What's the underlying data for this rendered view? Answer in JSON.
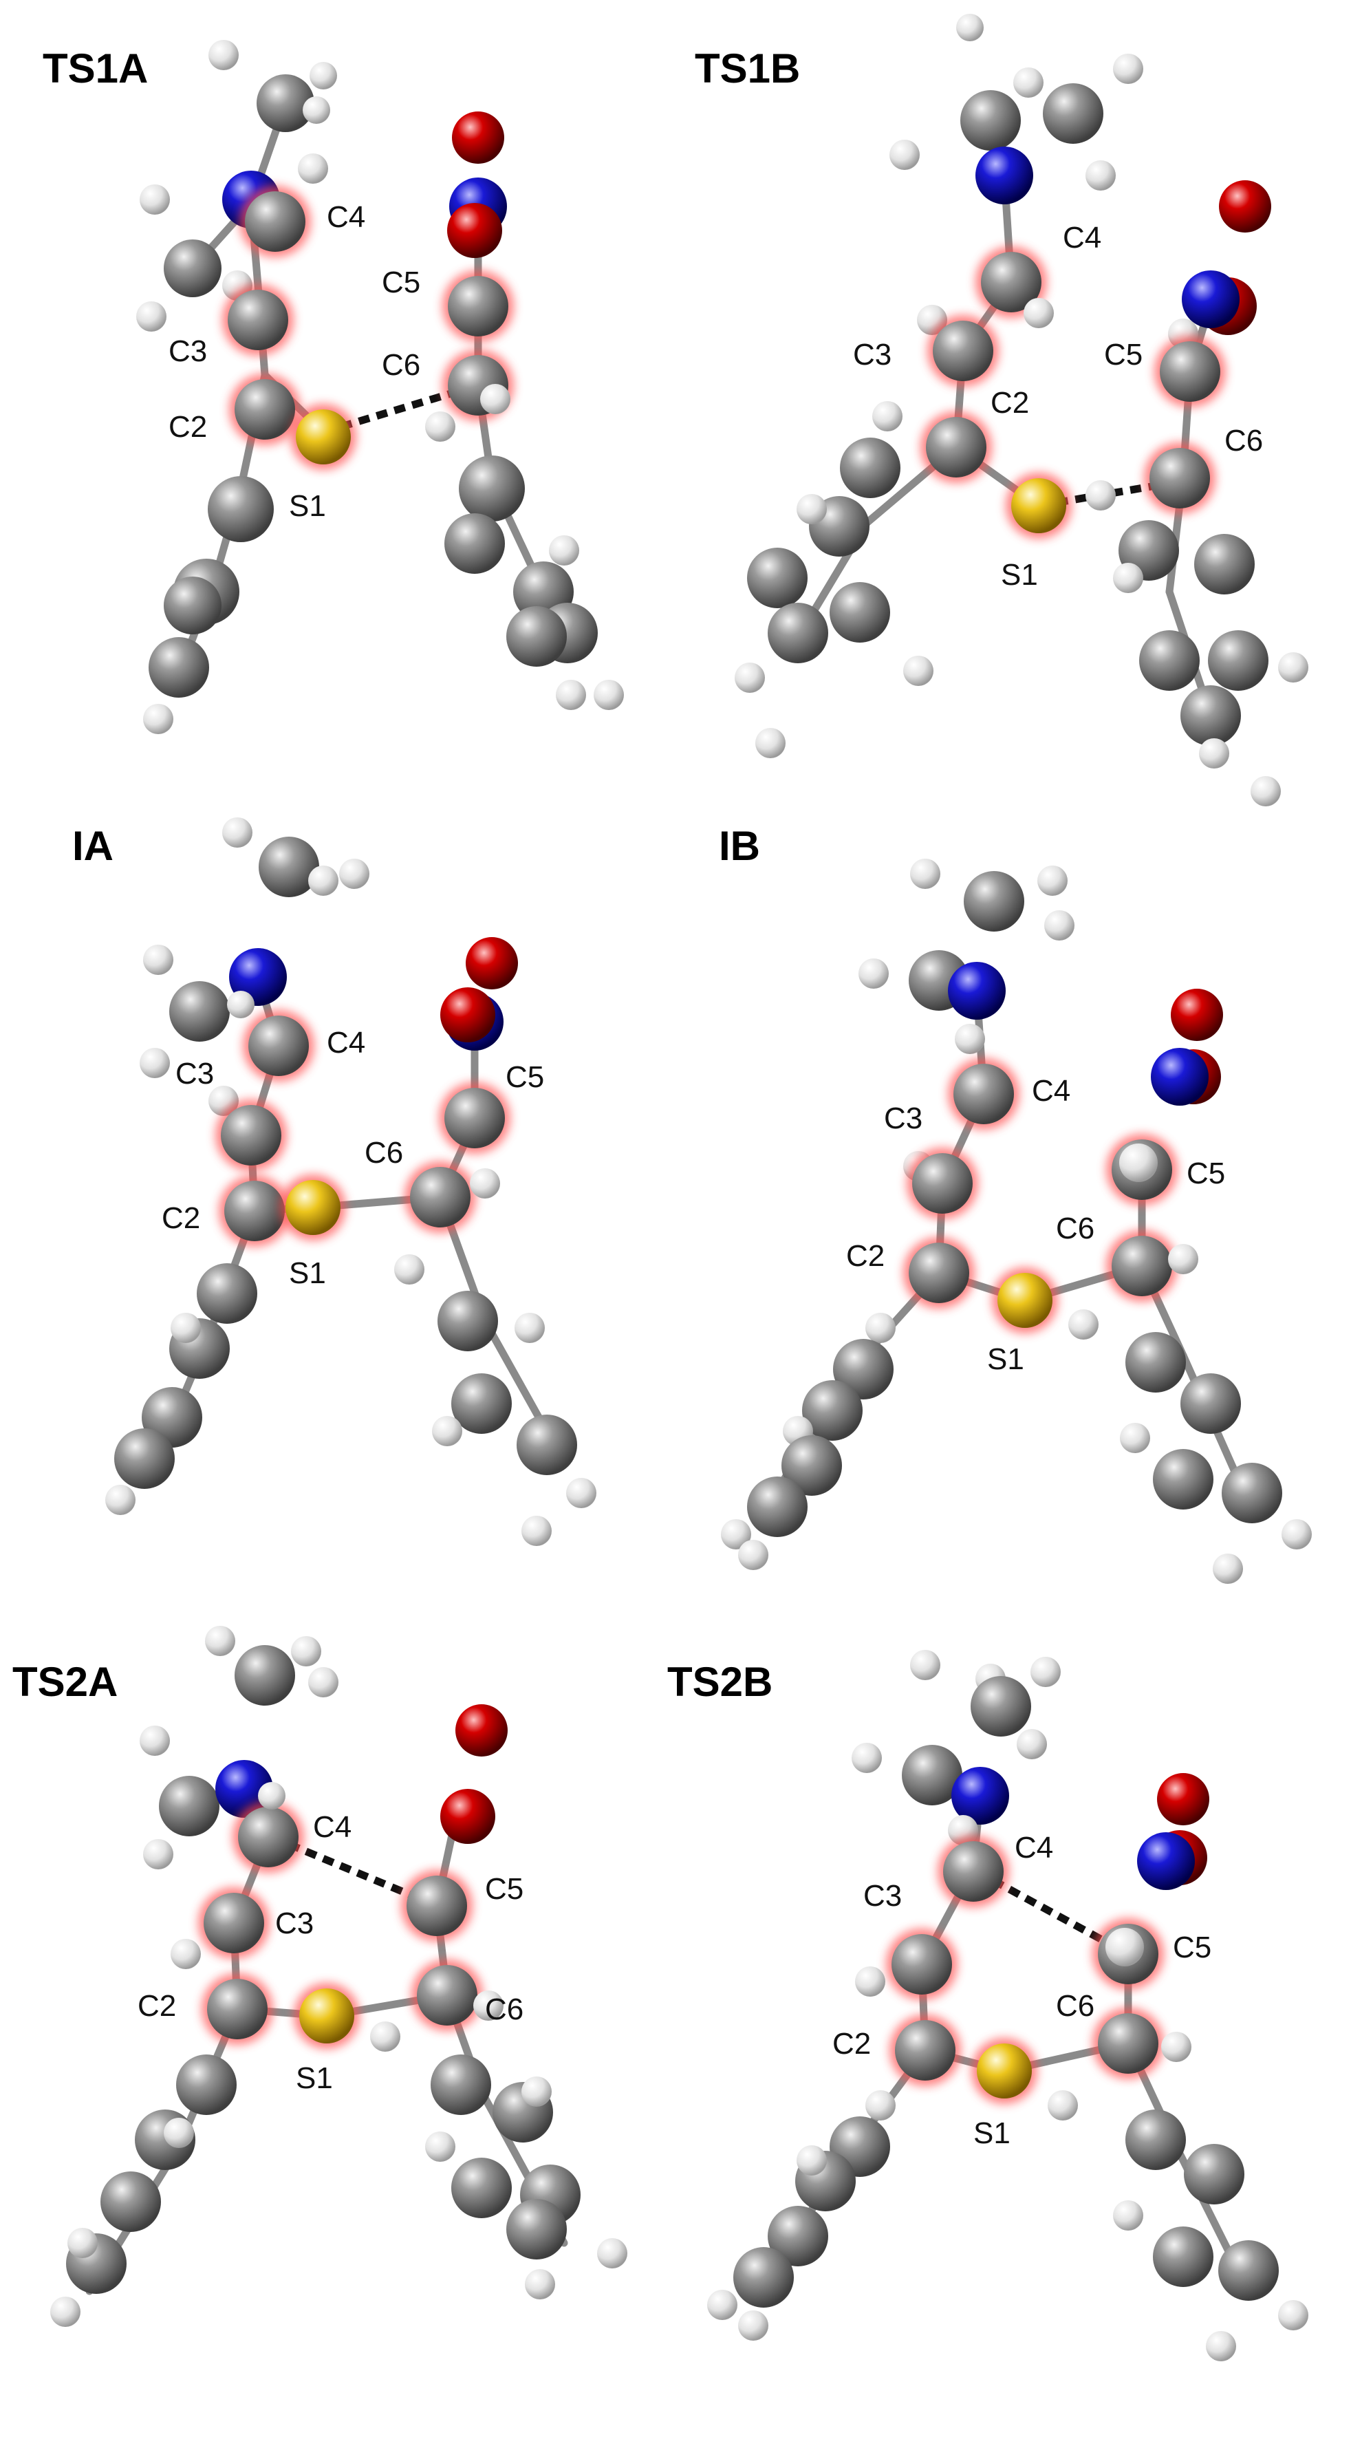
{
  "figure": {
    "panels": [
      {
        "id": "TS1A",
        "title": "TS1A",
        "labels": [
          "C4",
          "C5",
          "C3",
          "C6",
          "C2",
          "S1"
        ],
        "ts_bond": [
          "C6",
          "S1"
        ]
      },
      {
        "id": "TS1B",
        "title": "TS1B",
        "labels": [
          "C4",
          "C3",
          "C5",
          "C2",
          "C6",
          "S1"
        ],
        "ts_bond": [
          "C6",
          "S1"
        ]
      },
      {
        "id": "IA",
        "title": "IA",
        "labels": [
          "C4",
          "C3",
          "C5",
          "C6",
          "C2",
          "S1"
        ],
        "ts_bond": []
      },
      {
        "id": "IB",
        "title": "IB",
        "labels": [
          "C4",
          "C3",
          "C5",
          "C6",
          "C2",
          "S1"
        ],
        "ts_bond": []
      },
      {
        "id": "TS2A",
        "title": "TS2A",
        "labels": [
          "C4",
          "C5",
          "C3",
          "C2",
          "C6",
          "S1"
        ],
        "ts_bond": [
          "C4",
          "C5"
        ]
      },
      {
        "id": "TS2B",
        "title": "TS2B",
        "labels": [
          "C4",
          "C3",
          "C5",
          "C6",
          "C2",
          "S1"
        ],
        "ts_bond": [
          "C4",
          "C5"
        ]
      }
    ],
    "colors": {
      "carbon": "#7d7d7d",
      "hydrogen": "#e6e6e6",
      "nitrogen": "#1a1ad6",
      "oxygen": "#d40000",
      "sulfur": "#e7c21b",
      "highlight": "#ff4d4d",
      "bond": "#8a8a8a",
      "ts_bond": "#111111"
    }
  }
}
